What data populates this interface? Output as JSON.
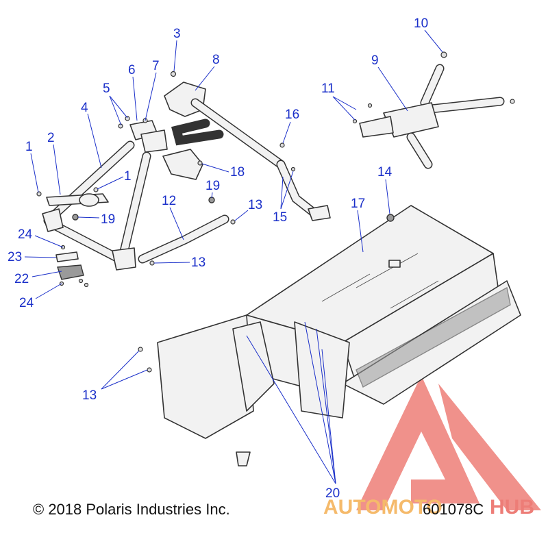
{
  "callouts": [
    {
      "id": "1a",
      "label": "1"
    },
    {
      "id": "1b",
      "label": "1"
    },
    {
      "id": "2",
      "label": "2"
    },
    {
      "id": "3",
      "label": "3"
    },
    {
      "id": "4",
      "label": "4"
    },
    {
      "id": "5",
      "label": "5"
    },
    {
      "id": "6",
      "label": "6"
    },
    {
      "id": "7",
      "label": "7"
    },
    {
      "id": "8",
      "label": "8"
    },
    {
      "id": "9",
      "label": "9"
    },
    {
      "id": "10",
      "label": "10"
    },
    {
      "id": "11",
      "label": "11"
    },
    {
      "id": "12",
      "label": "12"
    },
    {
      "id": "13a",
      "label": "13"
    },
    {
      "id": "13b",
      "label": "13"
    },
    {
      "id": "13c",
      "label": "13"
    },
    {
      "id": "14",
      "label": "14"
    },
    {
      "id": "15",
      "label": "15"
    },
    {
      "id": "16",
      "label": "16"
    },
    {
      "id": "17",
      "label": "17"
    },
    {
      "id": "18",
      "label": "18"
    },
    {
      "id": "19a",
      "label": "19"
    },
    {
      "id": "19b",
      "label": "19"
    },
    {
      "id": "20",
      "label": "20"
    },
    {
      "id": "22",
      "label": "22"
    },
    {
      "id": "23",
      "label": "23"
    },
    {
      "id": "24a",
      "label": "24"
    },
    {
      "id": "24b",
      "label": "24"
    }
  ],
  "footer": {
    "copyright": "© 2018 Polaris Industries Inc.",
    "figure_id": "601078C"
  },
  "watermark": {
    "brand_left": "AUTOMOTO",
    "brand_right": "HUB",
    "colors": {
      "mark": "#e8524a",
      "text_left": "#f2a33a",
      "text_right": "#e8524a"
    }
  },
  "colors": {
    "callout": "#1a2fc9",
    "line_art": "#333333"
  }
}
